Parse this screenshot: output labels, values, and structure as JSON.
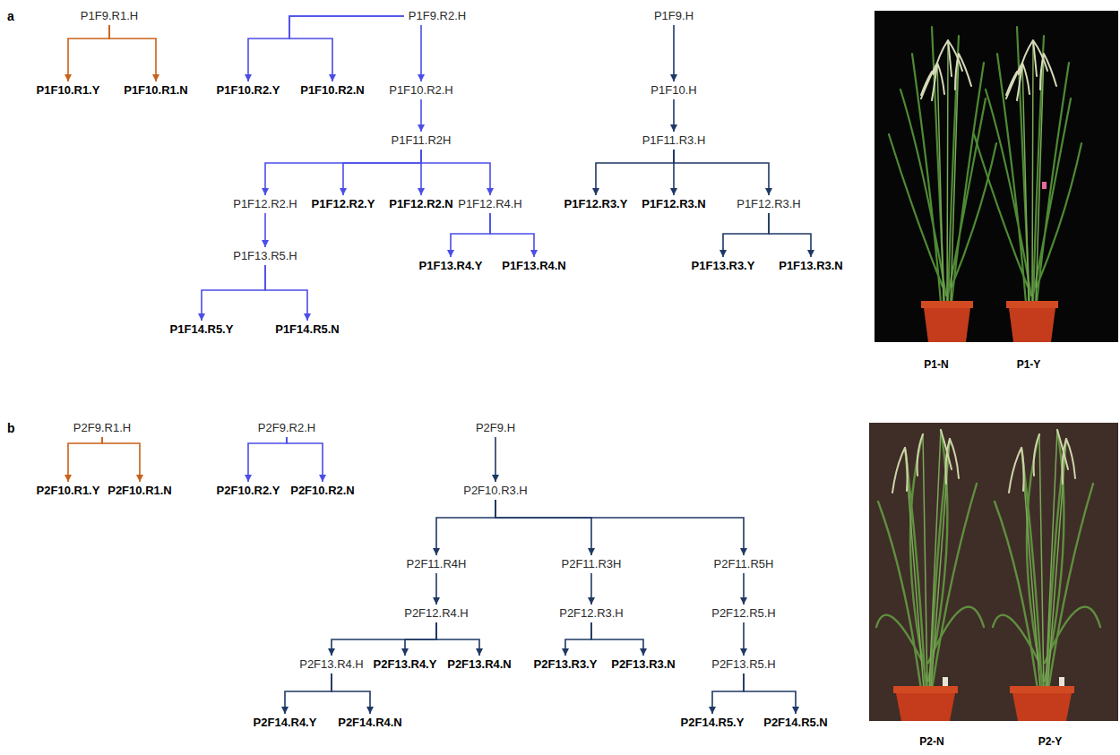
{
  "diagram": {
    "nodes": [
      {
        "text": [
          "P1F9.R1.H"
        ]
      },
      {
        "text": [
          "P1F10.R1.Y"
        ]
      },
      {
        "text": [
          "P1F10.R1.N"
        ]
      },
      {
        "text": [
          "P1F9.R2.H"
        ]
      },
      {
        "text": [
          "P1F10.R2.Y"
        ]
      },
      {
        "text": [
          "P1F10.R2.N"
        ]
      },
      {
        "text": [
          "P1F10.R2.H"
        ]
      },
      {
        "text": [
          "P1F11.R2H"
        ]
      },
      {
        "text": [
          "P1F12.R2.H"
        ]
      },
      {
        "text": [
          "P1F12.R2.Y"
        ]
      },
      {
        "text": [
          "P1F12.R2.N"
        ]
      },
      {
        "text": [
          "P1F12.R4.H"
        ]
      },
      {
        "text": [
          "P1F13.R5.H"
        ]
      },
      {
        "text": [
          "P1F14.R5.Y"
        ]
      },
      {
        "text": [
          "P1F14.R5.N"
        ]
      },
      {
        "text": [
          "P1F13.R4.Y"
        ]
      },
      {
        "text": [
          "P1F13.R4.N"
        ]
      },
      {
        "text": [
          "P1F9.H"
        ]
      },
      {
        "text": [
          "P1F10.H"
        ]
      },
      {
        "text": [
          "P1F11.R3.H"
        ]
      },
      {
        "text": [
          "P1F12.R3.Y"
        ]
      },
      {
        "text": [
          "P1F12.R3.N"
        ]
      },
      {
        "text": [
          "P1F12.R3.H"
        ]
      },
      {
        "text": [
          "P1F13.R3.Y"
        ]
      },
      {
        "text": [
          "P1F13.R3.N"
        ]
      },
      {
        "text": [
          "P2F9.R1.H"
        ]
      },
      {
        "text": [
          "P2F10.R1.Y"
        ]
      },
      {
        "text": [
          "P2F10.R1.N"
        ]
      },
      {
        "text": [
          "P2F9.R2.H"
        ]
      },
      {
        "text": [
          "P2F10.R2.Y"
        ]
      },
      {
        "text": [
          "P2F10.R2.N"
        ]
      },
      {
        "text": [
          "P2F9.H"
        ]
      },
      {
        "text": [
          "P2F10.R3.H"
        ]
      },
      {
        "text": [
          "P2F11.R4H"
        ]
      },
      {
        "text": [
          "P2F11.R3H"
        ]
      },
      {
        "text": [
          "P2F11.R5H"
        ]
      },
      {
        "text": [
          "P2F12.R4.H"
        ]
      },
      {
        "text": [
          "P2F12.R3.H"
        ]
      },
      {
        "text": [
          "P2F12.R5.H"
        ]
      },
      {
        "text": [
          "P2F13.R4.H"
        ]
      },
      {
        "text": [
          "P2F13.R4.Y"
        ]
      },
      {
        "text": [
          "P2F13.R4.N"
        ]
      },
      {
        "text": [
          "P2F13.R3.Y"
        ]
      },
      {
        "text": [
          "P2F13.R3.N"
        ]
      },
      {
        "text": [
          "P2F13.R5.H"
        ]
      },
      {
        "text": [
          "P2F14.R4.Y"
        ]
      },
      {
        "text": [
          "P2F14.R4.N"
        ]
      },
      {
        "text": [
          "P2F14.R5.Y"
        ]
      },
      {
        "text": [
          "P2F14.R5.N"
        ]
      }
    ],
    "edges": [
      {
        "from": 0,
        "to": 1,
        "arrow": "to"
      },
      {
        "from": 0,
        "to": 2,
        "arrow": "to"
      },
      {
        "from": 3,
        "to": 4,
        "arrow": "to"
      },
      {
        "from": 3,
        "to": 5,
        "arrow": "to"
      },
      {
        "from": 3,
        "to": 6,
        "arrow": "to"
      },
      {
        "from": 6,
        "to": 7,
        "arrow": "to"
      },
      {
        "from": 7,
        "to": 8,
        "arrow": "to"
      },
      {
        "from": 7,
        "to": 9,
        "arrow": "to"
      },
      {
        "from": 7,
        "to": 10,
        "arrow": "to"
      },
      {
        "from": 7,
        "to": 11,
        "arrow": "to"
      },
      {
        "from": 8,
        "to": 12,
        "arrow": "to"
      },
      {
        "from": 12,
        "to": 13,
        "arrow": "to"
      },
      {
        "from": 12,
        "to": 14,
        "arrow": "to"
      },
      {
        "from": 11,
        "to": 15,
        "arrow": "to"
      },
      {
        "from": 11,
        "to": 16,
        "arrow": "to"
      },
      {
        "from": 17,
        "to": 18,
        "arrow": "to"
      },
      {
        "from": 18,
        "to": 19,
        "arrow": "to"
      },
      {
        "from": 19,
        "to": 20,
        "arrow": "to"
      },
      {
        "from": 19,
        "to": 21,
        "arrow": "to"
      },
      {
        "from": 19,
        "to": 22,
        "arrow": "to"
      },
      {
        "from": 22,
        "to": 23,
        "arrow": "to"
      },
      {
        "from": 22,
        "to": 24,
        "arrow": "to"
      },
      {
        "from": 25,
        "to": 26,
        "arrow": "to"
      },
      {
        "from": 25,
        "to": 27,
        "arrow": "to"
      },
      {
        "from": 28,
        "to": 29,
        "arrow": "to"
      },
      {
        "from": 28,
        "to": 30,
        "arrow": "to"
      },
      {
        "from": 31,
        "to": 32,
        "arrow": "to"
      },
      {
        "from": 32,
        "to": 33,
        "arrow": "to"
      },
      {
        "from": 32,
        "to": 34,
        "arrow": "to"
      },
      {
        "from": 32,
        "to": 35,
        "arrow": "to"
      },
      {
        "from": 33,
        "to": 36,
        "arrow": "to"
      },
      {
        "from": 34,
        "to": 37,
        "arrow": "to"
      },
      {
        "from": 35,
        "to": 38,
        "arrow": "to"
      },
      {
        "from": 36,
        "to": 39,
        "arrow": "to"
      },
      {
        "from": 36,
        "to": 40,
        "arrow": "to"
      },
      {
        "from": 36,
        "to": 41,
        "arrow": "to"
      },
      {
        "from": 37,
        "to": 42,
        "arrow": "to"
      },
      {
        "from": 37,
        "to": 43,
        "arrow": "to"
      },
      {
        "from": 38,
        "to": 44,
        "arrow": "to"
      },
      {
        "from": 39,
        "to": 45,
        "arrow": "to"
      },
      {
        "from": 39,
        "to": 46,
        "arrow": "to"
      },
      {
        "from": 44,
        "to": 47,
        "arrow": "to"
      },
      {
        "from": 44,
        "to": 48,
        "arrow": "to"
      }
    ],
    "labels": [
      "a",
      "b",
      "P1-N",
      "P1-Y",
      "P2-N",
      "P2-Y"
    ]
  }
}
